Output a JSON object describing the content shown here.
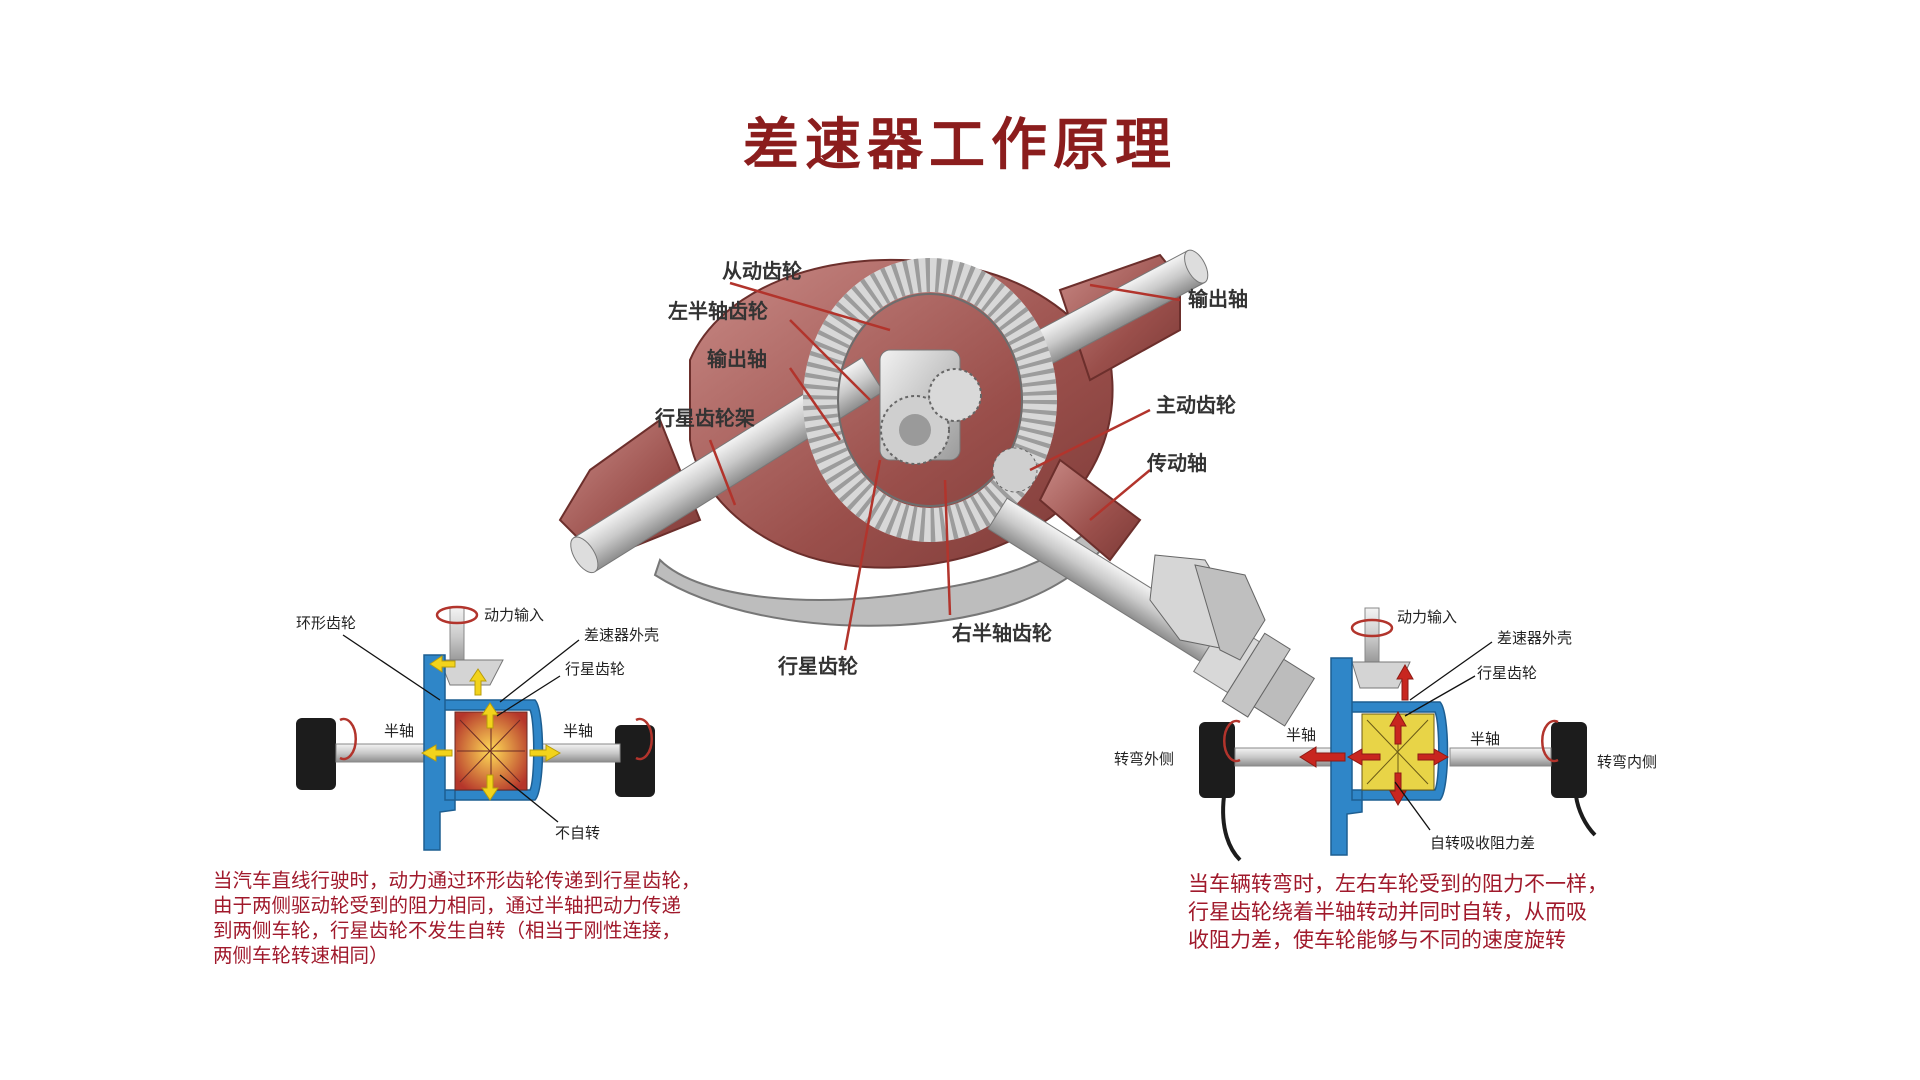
{
  "title": "差速器工作原理",
  "main_labels": {
    "driven_gear": "从动齿轮",
    "left_half_shaft_gear": "左半轴齿轮",
    "output_shaft_left": "输出轴",
    "planet_carrier": "行星齿轮架",
    "output_shaft_right": "输出轴",
    "drive_gear": "主动齿轮",
    "drive_shaft": "传动轴",
    "planet_gear": "行星齿轮",
    "right_half_shaft_gear": "右半轴齿轮"
  },
  "left_diagram": {
    "ring_gear": "环形齿轮",
    "power_input": "动力输入",
    "diff_housing": "差速器外壳",
    "planet_gear": "行星齿轮",
    "half_shaft_left": "半轴",
    "half_shaft_right": "半轴",
    "no_rotation": "不自转",
    "description": "当汽车直线行驶时，动力通过环形齿轮传递到行星齿轮，\n由于两侧驱动轮受到的阻力相同，通过半轴把动力传递\n到两侧车轮，行星齿轮不发生自转（相当于刚性连接，\n两侧车轮转速相同）"
  },
  "right_diagram": {
    "power_input": "动力输入",
    "diff_housing": "差速器外壳",
    "planet_gear": "行星齿轮",
    "half_shaft_left": "半轴",
    "half_shaft_right": "半轴",
    "outer_side": "转弯外侧",
    "inner_side": "转弯内侧",
    "self_rotate": "自转吸收阻力差",
    "description": "当车辆转弯时，左右车轮受到的阻力不一样，\n行星齿轮绕着半轴转动并同时自转，从而吸\n收阻力差，使车轮能够与不同的速度旋转"
  },
  "colors": {
    "title": "#8b1d1d",
    "text_red": "#a0192b",
    "housing_blue": "#2f86c8",
    "arrow_red": "#c8261f",
    "arrow_yellow": "#f2d31b",
    "case_maroon": "#a65a56"
  }
}
